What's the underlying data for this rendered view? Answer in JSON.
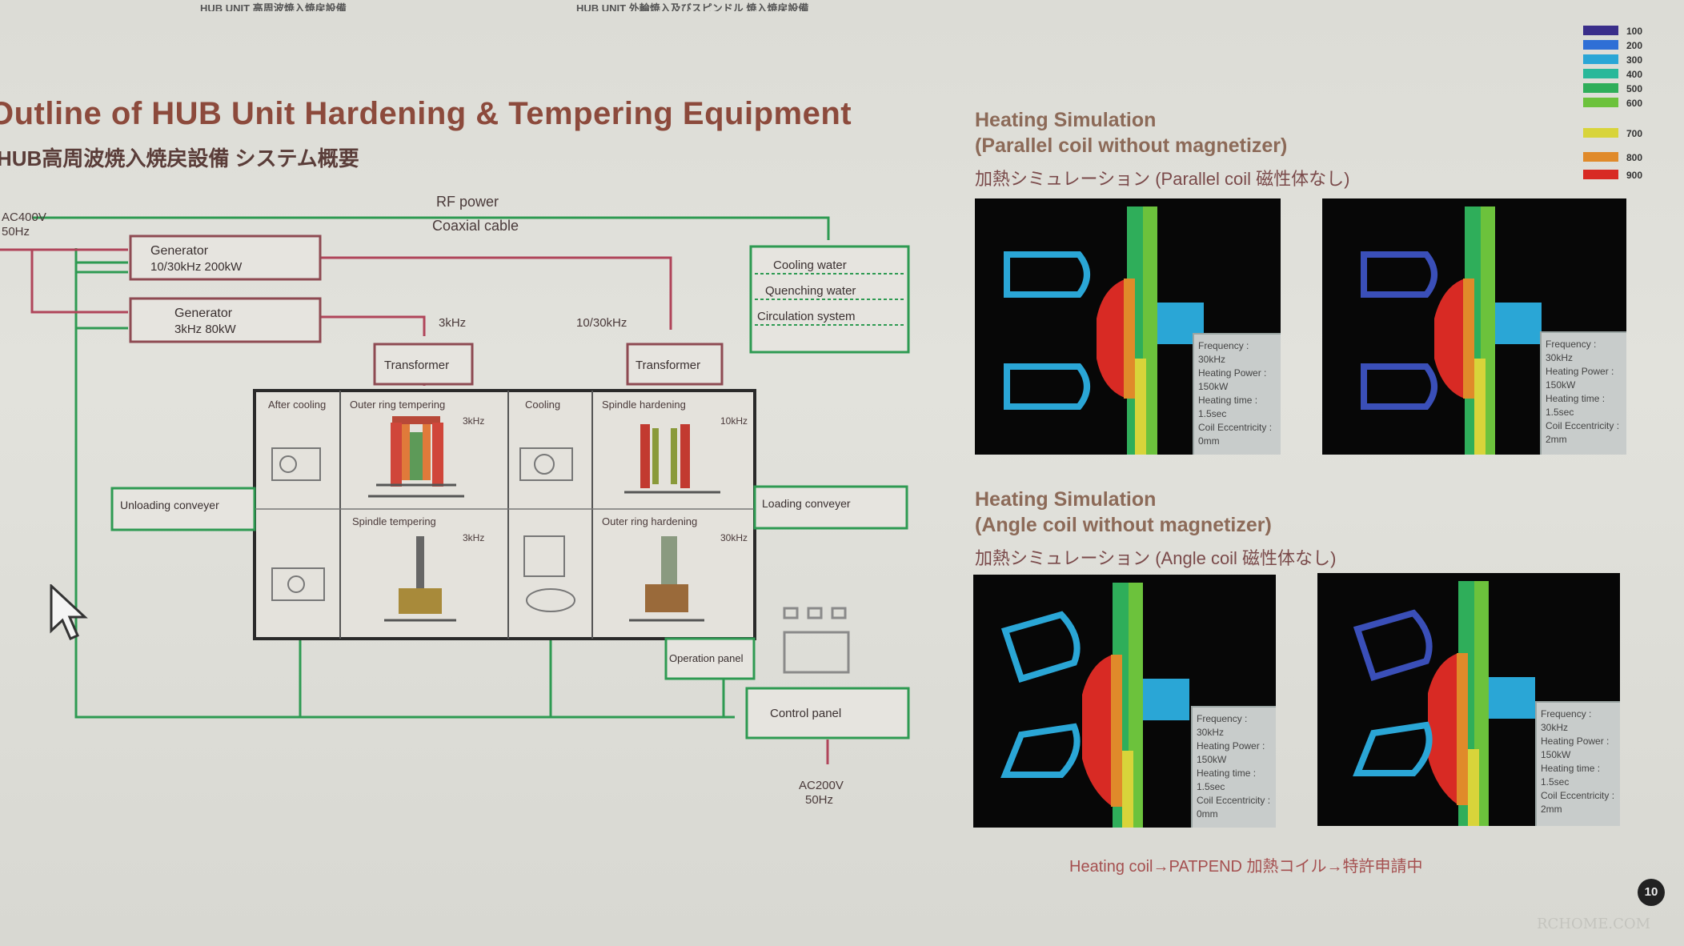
{
  "header": {
    "left": "HUB UNIT 高周波焼入焼戻設備",
    "right": "HUB UNIT 外輪焼入及びスピンドル 焼入焼戻設備"
  },
  "title": "Outline of HUB Unit Hardening & Tempering Equipment",
  "subtitle": "HUB高周波焼入焼戻設備 システム概要",
  "diagram": {
    "power_in": "AC400V",
    "power_in_hz": "50Hz",
    "rf_power": "RF power",
    "coaxial_cable": "Coaxial cable",
    "generator1": "Generator",
    "generator1_spec": "10/30kHz 200kW",
    "generator2": "Generator",
    "generator2_spec": "3kHz 80kW",
    "freq_3k": "3kHz",
    "freq_10_30k": "10/30kHz",
    "transformer1": "Transformer",
    "transformer2": "Transformer",
    "cooling_lines": [
      "Cooling water",
      "Quenching water",
      "Circulation system"
    ],
    "unloading": "Unloading conveyer",
    "loading": "Loading conveyer",
    "cell_after_cooling": "After cooling",
    "cell_outer_tempering": "Outer ring tempering",
    "cell_outer_tempering_f": "3kHz",
    "cell_cooling": "Cooling",
    "cell_spindle_hardening": "Spindle hardening",
    "cell_spindle_hardening_f": "10kHz",
    "cell_spindle_tempering": "Spindle tempering",
    "cell_spindle_tempering_f": "3kHz",
    "cell_outer_hardening": "Outer ring hardening",
    "cell_outer_hardening_f": "30kHz",
    "operation_panel": "Operation panel",
    "control_panel": "Control panel",
    "ac_bottom": "AC200V",
    "ac_bottom_hz": "50Hz"
  },
  "sim1": {
    "title1": "Heating Simulation",
    "title2": "(Parallel coil without magnetizer)",
    "sub": "加熱シミュレーション (Parallel coil 磁性体なし)",
    "panels": [
      {
        "lines": [
          "Frequency :",
          "30kHz",
          "Heating Power :",
          "150kW",
          "Heating time :",
          "1.5sec",
          "Coil Eccentricity :",
          "0mm"
        ]
      },
      {
        "lines": [
          "Frequency :",
          "30kHz",
          "Heating Power :",
          "150kW",
          "Heating time :",
          "1.5sec",
          "Coil Eccentricity :",
          "2mm"
        ]
      }
    ]
  },
  "sim2": {
    "title1": "Heating Simulation",
    "title2": "(Angle coil without magnetizer)",
    "sub": "加熱シミュレーション (Angle coil 磁性体なし)",
    "panels": [
      {
        "lines": [
          "Frequency :",
          "30kHz",
          "Heating Power :",
          "150kW",
          "Heating time :",
          "1.5sec",
          "Coil Eccentricity :",
          "0mm"
        ]
      },
      {
        "lines": [
          "Frequency :",
          "30kHz",
          "Heating Power :",
          "150kW",
          "Heating time :",
          "1.5sec",
          "Coil Eccentricity :",
          "2mm"
        ]
      }
    ]
  },
  "scale": {
    "labels": [
      "100",
      "200",
      "300",
      "400",
      "500",
      "600",
      "700",
      "800",
      "900"
    ],
    "colors": [
      "#3a2e8a",
      "#2f6fd6",
      "#2aa6d6",
      "#29b89a",
      "#2fae5a",
      "#6cc23c",
      "#d8d43a",
      "#e08a2a",
      "#d82a24"
    ]
  },
  "footer_note": "Heating coil→PATPEND  加熱コイル→特許申請中",
  "page_number": "10",
  "watermark": "RCHOME.COM"
}
